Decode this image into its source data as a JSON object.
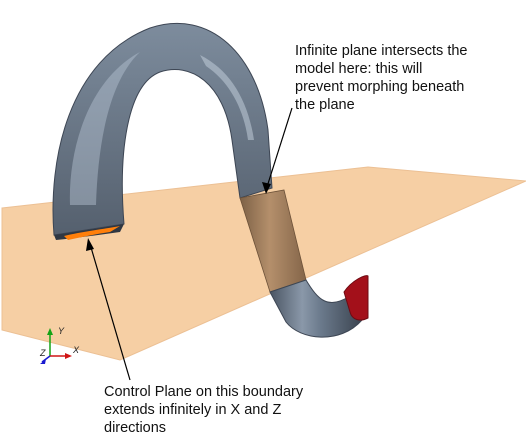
{
  "colors": {
    "background": "#ffffff",
    "plane_fill": "#f6cfa4",
    "plane_edge": "#e9b98b",
    "pipe_body": "#6b7a8c",
    "pipe_highlight": "#b9c6d4",
    "pipe_shadow": "#3d4654",
    "control_plane_edge": "#ff7f0a",
    "morph_region": "#a3805e",
    "pipe_end_cap": "#a3101a",
    "axis_x": "#d01515",
    "axis_y": "#14a314",
    "axis_z": "#1a1ad0"
  },
  "annotations": {
    "intersect_text": "Infinite plane intersects the\nmodel here: this will\nprevent morphing beneath\nthe plane",
    "control_plane_text": "Control Plane on this boundary\nextends infinitely in X and Z\ndirections"
  },
  "axes": {
    "x_label": "X",
    "y_label": "Y",
    "z_label": "Z"
  },
  "icons": {
    "triad": "xyz-triad-icon",
    "arrow": "callout-arrow-icon"
  }
}
